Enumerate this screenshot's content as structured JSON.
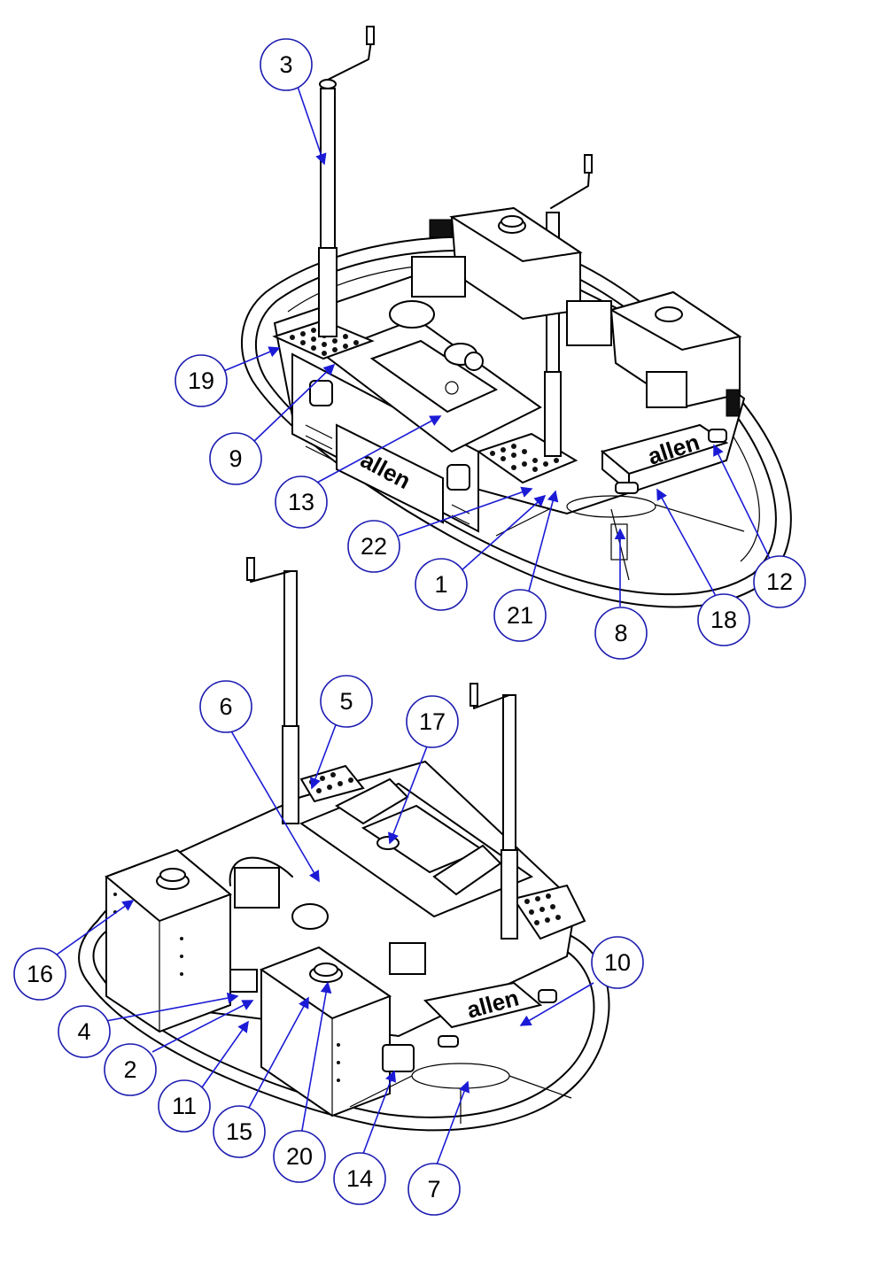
{
  "callouts": {
    "c1": "1",
    "c2": "2",
    "c3": "3",
    "c4": "4",
    "c5": "5",
    "c6": "6",
    "c7": "7",
    "c8": "8",
    "c9": "9",
    "c10": "10",
    "c11": "11",
    "c12": "12",
    "c13": "13",
    "c14": "14",
    "c15": "15",
    "c16": "16",
    "c17": "17",
    "c18": "18",
    "c19": "19",
    "c20": "20",
    "c21": "21",
    "c22": "22"
  },
  "labels": {
    "brand_top": "allen",
    "brand_bottom": "allen"
  },
  "colors": {
    "leader": "#1b1bd6",
    "callout_border": "#1b1bb0",
    "line": "#000000"
  }
}
